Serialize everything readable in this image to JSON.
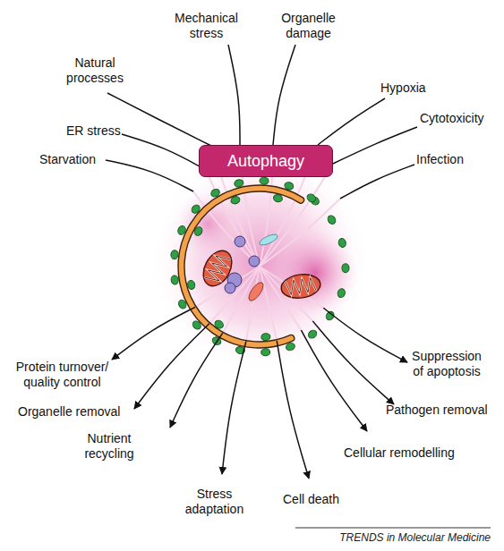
{
  "diagram": {
    "caption": "TRENDS in Molecular Medicine",
    "nodes": [
      {
        "text": [
          "Autophagy"
        ]
      }
    ],
    "labels": [
      "Starvation",
      "ER stress",
      "Natural processes",
      "Mechanical stress",
      "Organelle damage",
      "Hypoxia",
      "Cytotoxicity",
      "Infection",
      "Protein turnover/ quality control",
      "Organelle removal",
      "Nutrient recycling",
      "Stress adaptation",
      "Cell death",
      "Cellular remodelling",
      "Pathogen removal",
      "Suppression of apoptosis"
    ]
  }
}
